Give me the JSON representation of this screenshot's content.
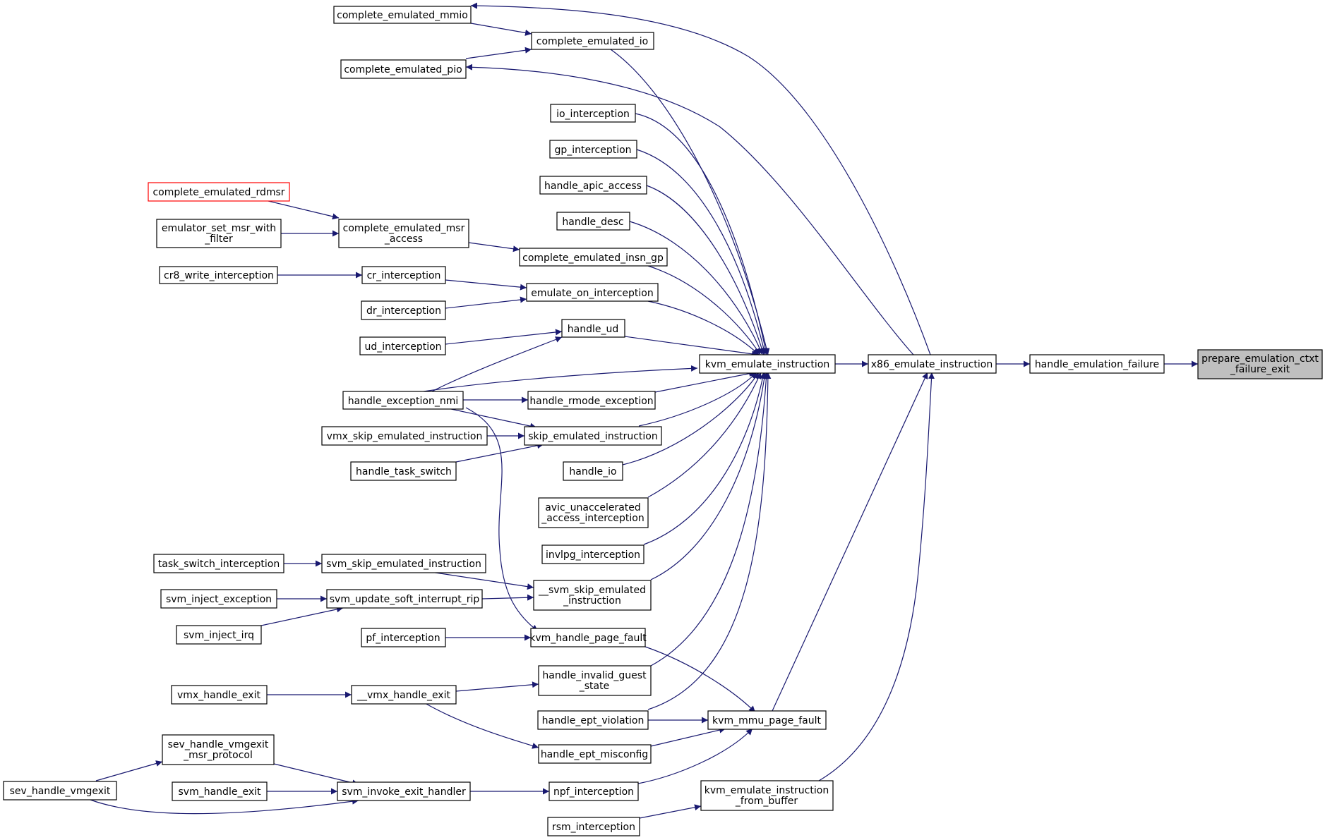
{
  "colors": {
    "edge": "#191970",
    "node_border": "#000000",
    "focus_fill": "#bfbfbf",
    "incomplete_border": "#ff0000"
  },
  "nodes": {
    "n_complete_emulated_mmio": {
      "lines": [
        "complete_emulated_mmio"
      ]
    },
    "n_complete_emulated_io": {
      "lines": [
        "complete_emulated_io"
      ]
    },
    "n_complete_emulated_pio": {
      "lines": [
        "complete_emulated_pio"
      ]
    },
    "n_io_interception": {
      "lines": [
        "io_interception"
      ]
    },
    "n_gp_interception": {
      "lines": [
        "gp_interception"
      ]
    },
    "n_handle_apic_access": {
      "lines": [
        "handle_apic_access"
      ]
    },
    "n_complete_emulated_rdmsr": {
      "lines": [
        "complete_emulated_rdmsr"
      ]
    },
    "n_handle_desc": {
      "lines": [
        "handle_desc"
      ]
    },
    "n_emulator_set_msr_with_filter": {
      "lines": [
        "emulator_set_msr_with",
        "_filter"
      ]
    },
    "n_complete_emulated_msr_access": {
      "lines": [
        "complete_emulated_msr",
        "_access"
      ]
    },
    "n_complete_emulated_insn_gp": {
      "lines": [
        "complete_emulated_insn_gp"
      ]
    },
    "n_cr8_write_interception": {
      "lines": [
        "cr8_write_interception"
      ]
    },
    "n_cr_interception": {
      "lines": [
        "cr_interception"
      ]
    },
    "n_emulate_on_interception": {
      "lines": [
        "emulate_on_interception"
      ]
    },
    "n_dr_interception": {
      "lines": [
        "dr_interception"
      ]
    },
    "n_handle_ud": {
      "lines": [
        "handle_ud"
      ]
    },
    "n_ud_interception": {
      "lines": [
        "ud_interception"
      ]
    },
    "n_kvm_emulate_instruction": {
      "lines": [
        "kvm_emulate_instruction"
      ]
    },
    "n_x86_emulate_instruction": {
      "lines": [
        "x86_emulate_instruction"
      ]
    },
    "n_handle_emulation_failure": {
      "lines": [
        "handle_emulation_failure"
      ]
    },
    "n_prepare_emulation_ctxt_failure_exit": {
      "lines": [
        "prepare_emulation_ctxt",
        "_failure_exit"
      ]
    },
    "n_handle_exception_nmi": {
      "lines": [
        "handle_exception_nmi"
      ]
    },
    "n_handle_rmode_exception": {
      "lines": [
        "handle_rmode_exception"
      ]
    },
    "n_vmx_skip_emulated_instruction": {
      "lines": [
        "vmx_skip_emulated_instruction"
      ]
    },
    "n_skip_emulated_instruction": {
      "lines": [
        "skip_emulated_instruction"
      ]
    },
    "n_handle_task_switch": {
      "lines": [
        "handle_task_switch"
      ]
    },
    "n_handle_io": {
      "lines": [
        "handle_io"
      ]
    },
    "n_avic_unaccelerated_access_interception": {
      "lines": [
        "avic_unaccelerated",
        "_access_interception"
      ]
    },
    "n_invlpg_interception": {
      "lines": [
        "invlpg_interception"
      ]
    },
    "n_task_switch_interception": {
      "lines": [
        "task_switch_interception"
      ]
    },
    "n_svm_skip_emulated_instruction": {
      "lines": [
        "svm_skip_emulated_instruction"
      ]
    },
    "n___svm_skip_emulated_instruction": {
      "lines": [
        "__svm_skip_emulated",
        "_instruction"
      ]
    },
    "n_svm_inject_exception": {
      "lines": [
        "svm_inject_exception"
      ]
    },
    "n_svm_update_soft_interrupt_rip": {
      "lines": [
        "svm_update_soft_interrupt_rip"
      ]
    },
    "n_svm_inject_irq": {
      "lines": [
        "svm_inject_irq"
      ]
    },
    "n_pf_interception": {
      "lines": [
        "pf_interception"
      ]
    },
    "n_kvm_handle_page_fault": {
      "lines": [
        "kvm_handle_page_fault"
      ]
    },
    "n_handle_invalid_guest_state": {
      "lines": [
        "handle_invalid_guest",
        "_state"
      ]
    },
    "n_vmx_handle_exit": {
      "lines": [
        "vmx_handle_exit"
      ]
    },
    "n___vmx_handle_exit": {
      "lines": [
        "__vmx_handle_exit"
      ]
    },
    "n_handle_ept_violation": {
      "lines": [
        "handle_ept_violation"
      ]
    },
    "n_kvm_mmu_page_fault": {
      "lines": [
        "kvm_mmu_page_fault"
      ]
    },
    "n_handle_ept_misconfig": {
      "lines": [
        "handle_ept_misconfig"
      ]
    },
    "n_sev_handle_vmgexit_msr_protocol": {
      "lines": [
        "sev_handle_vmgexit",
        "_msr_protocol"
      ]
    },
    "n_sev_handle_vmgexit": {
      "lines": [
        "sev_handle_vmgexit"
      ]
    },
    "n_svm_handle_exit": {
      "lines": [
        "svm_handle_exit"
      ]
    },
    "n_svm_invoke_exit_handler": {
      "lines": [
        "svm_invoke_exit_handler"
      ]
    },
    "n_npf_interception": {
      "lines": [
        "npf_interception"
      ]
    },
    "n_kvm_emulate_instruction_from_buffer": {
      "lines": [
        "kvm_emulate_instruction",
        "_from_buffer"
      ]
    },
    "n_rsm_interception": {
      "lines": [
        "rsm_interception"
      ]
    }
  }
}
